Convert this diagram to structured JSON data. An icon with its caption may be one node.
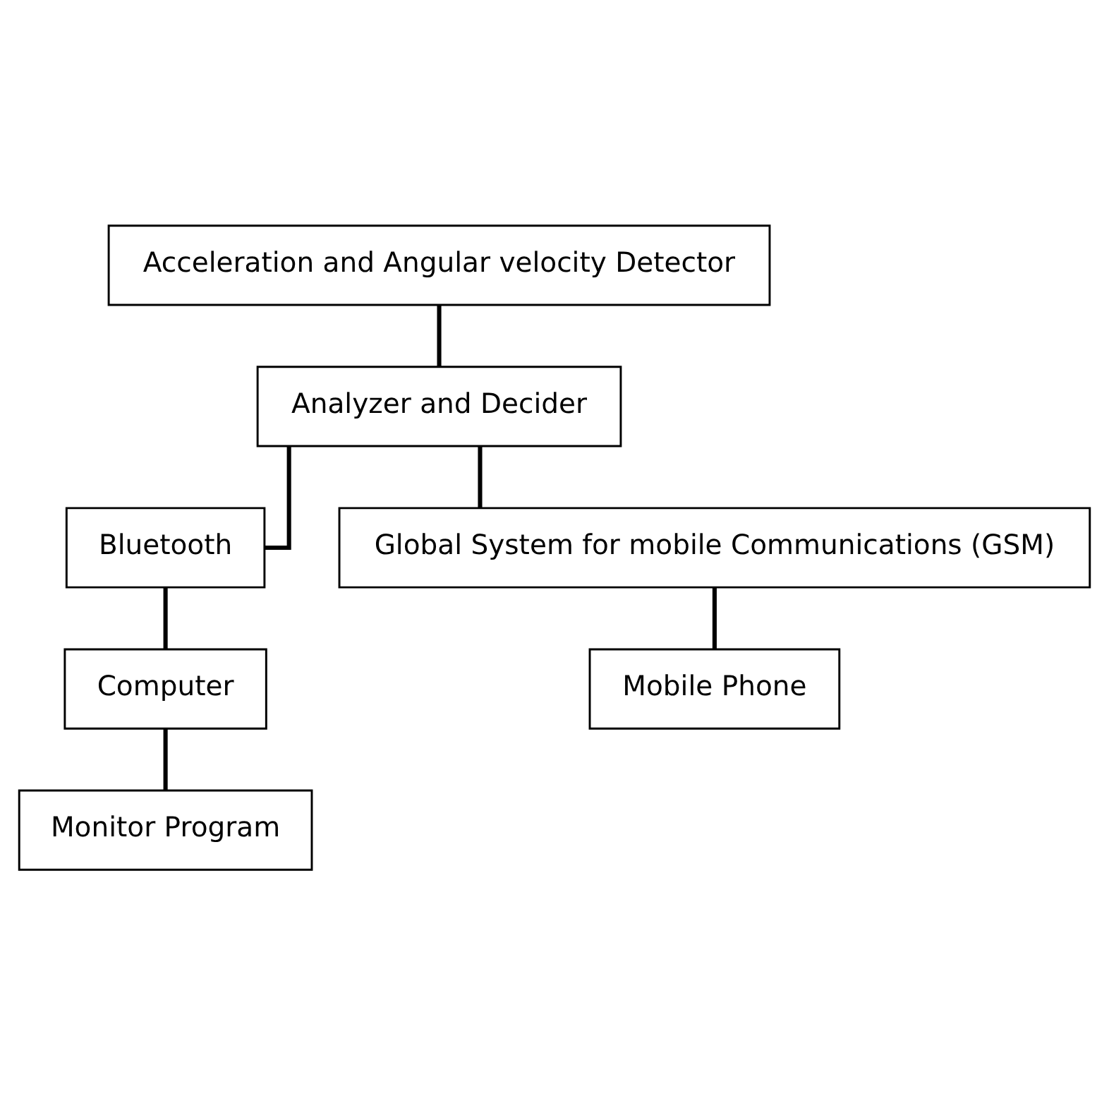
{
  "diagram": {
    "nodes": [
      {
        "text": [
          "Acceleration and Angular velocity Detector"
        ]
      },
      {
        "text": [
          "Analyzer and Decider"
        ]
      },
      {
        "text": [
          "Bluetooth"
        ]
      },
      {
        "text": [
          "Global System for mobile Communications (GSM)"
        ]
      },
      {
        "text": [
          "Computer"
        ]
      },
      {
        "text": [
          "Mobile Phone"
        ]
      },
      {
        "text": [
          "Monitor Program"
        ]
      }
    ],
    "edges": [
      {
        "from": 0,
        "to": 1,
        "arrow": "none"
      },
      {
        "from": 1,
        "to": 2,
        "arrow": "none"
      },
      {
        "from": 1,
        "to": 3,
        "arrow": "none"
      },
      {
        "from": 2,
        "to": 4,
        "arrow": "none"
      },
      {
        "from": 3,
        "to": 5,
        "arrow": "none"
      },
      {
        "from": 4,
        "to": 6,
        "arrow": "none"
      }
    ]
  }
}
